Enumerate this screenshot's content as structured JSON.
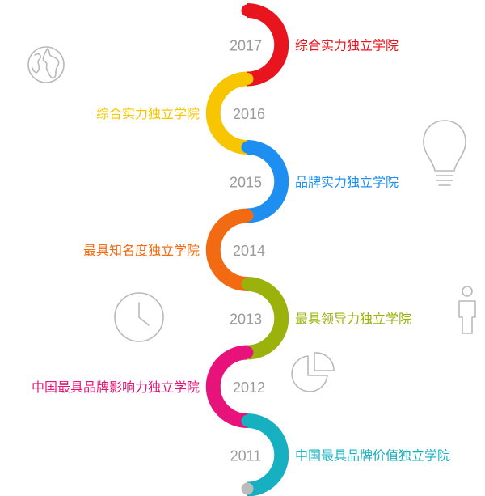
{
  "timeline": [
    {
      "year": "2017",
      "label": "综合实力独立学院",
      "color": "#e8141e",
      "side": "right"
    },
    {
      "year": "2016",
      "label": "综合实力独立学院",
      "color": "#f7c600",
      "side": "left"
    },
    {
      "year": "2015",
      "label": "品牌实力独立学院",
      "color": "#1e8ff0",
      "side": "right"
    },
    {
      "year": "2014",
      "label": "最具知名度独立学院",
      "color": "#f26a12",
      "side": "left"
    },
    {
      "year": "2013",
      "label": "最具领导力独立学院",
      "color": "#9cb20c",
      "side": "right"
    },
    {
      "year": "2012",
      "label": "中国最具品牌影响力独立学院",
      "color": "#e8137a",
      "side": "left"
    },
    {
      "year": "2011",
      "label": "中国最具品牌价值独立学院",
      "color": "#16b0c1",
      "side": "right"
    }
  ],
  "end_dot_color": "#bcbcbc",
  "icons": [
    "globe-icon",
    "lightbulb-icon",
    "clock-icon",
    "person-icon",
    "pie-chart-icon"
  ]
}
